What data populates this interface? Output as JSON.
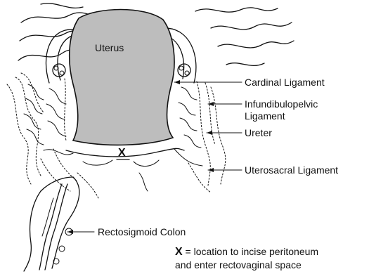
{
  "figure": {
    "labels": {
      "uterus": "Uterus",
      "cardinal": "Cardinal Ligament",
      "infundibulo_line1": "Infundibulopelvic",
      "infundibulo_line2": "Ligament",
      "ureter": "Ureter",
      "uterosacral": "Uterosacral Ligament",
      "rectosigmoid": "Rectosigmoid Colon",
      "x_mark": "X"
    },
    "legend": {
      "symbol": "X",
      "text_line1": " = location to incise peritoneum",
      "text_line2": "and enter rectovaginal space"
    },
    "colors": {
      "uterus_fill": "#bdbdbd",
      "ink": "#111111"
    }
  }
}
